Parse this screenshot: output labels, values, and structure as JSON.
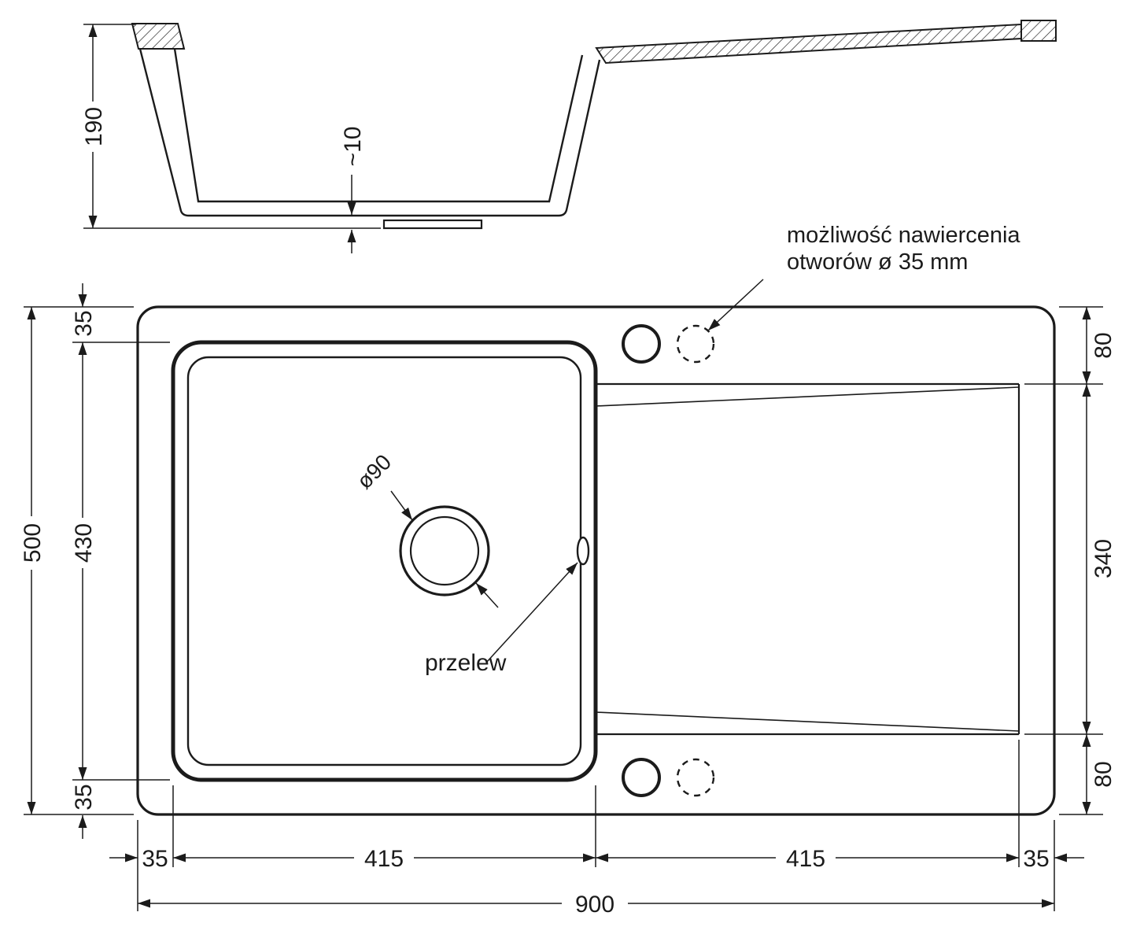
{
  "meta": {
    "title": "Kitchen sink with drainboard - dimensioned technical drawing",
    "views": [
      "cross-section",
      "plan"
    ]
  },
  "colors": {
    "line": "#1b1b1b",
    "background": "#ffffff"
  },
  "section": {
    "depth": "190",
    "bottom_clearance": "~10"
  },
  "plan": {
    "drain_diameter": "ø90",
    "overflow_label": "przelew",
    "drill_note_line1": "możliwość nawiercenia",
    "drill_note_line2": "otworów ø 35 mm"
  },
  "dims": {
    "overall_width": "900",
    "overall_height": "500",
    "top_margin": "35",
    "basin_height": "430",
    "bottom_margin": "35",
    "left_margin": "35",
    "basin_width": "415",
    "drainboard_width": "415",
    "right_margin": "35",
    "edge_to_drainboard_top": "80",
    "drainboard_height": "340",
    "drainboard_to_edge_bottom": "80"
  }
}
